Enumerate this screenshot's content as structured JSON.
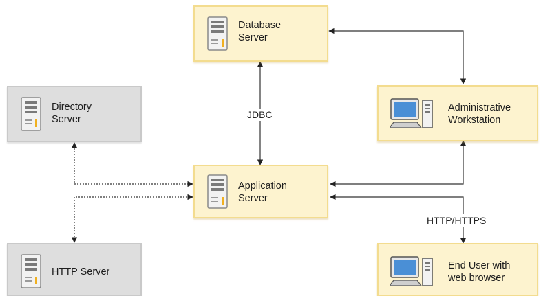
{
  "nodes": {
    "database": {
      "label": "Database\nServer",
      "icon": "server-icon"
    },
    "directory": {
      "label": "Directory\nServer",
      "icon": "server-icon"
    },
    "admin": {
      "label": "Administrative\nWorkstation",
      "icon": "workstation-icon"
    },
    "application": {
      "label": "Application\nServer",
      "icon": "server-icon"
    },
    "http": {
      "label": "HTTP Server",
      "icon": "server-icon"
    },
    "enduser": {
      "label": "End User with\nweb browser",
      "icon": "workstation-icon"
    }
  },
  "connections": {
    "jdbc_label": "JDBC",
    "http_label": "HTTP/HTTPS"
  },
  "colors": {
    "yellow_fill": "#fdf3cf",
    "yellow_border": "#f3dc8f",
    "gray_fill": "#dedede",
    "line": "#222222"
  }
}
